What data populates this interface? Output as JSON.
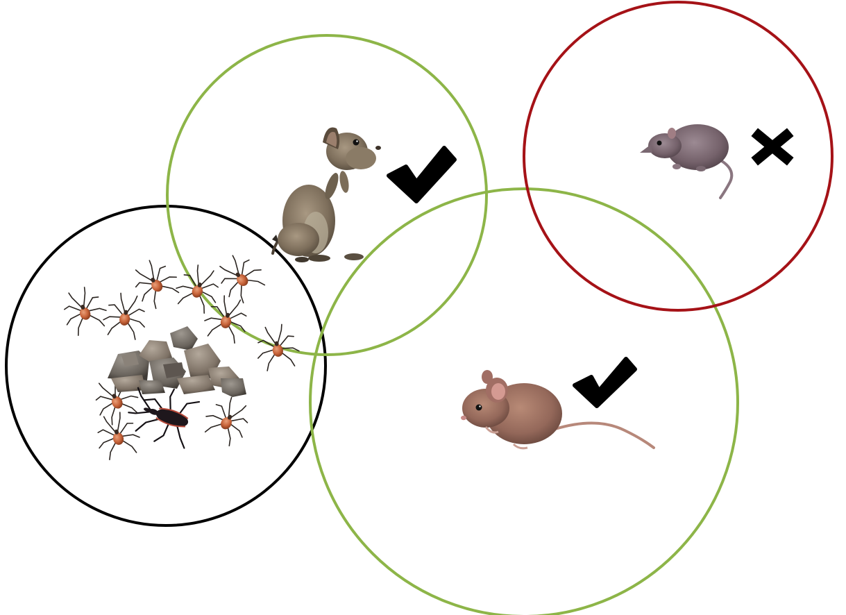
{
  "colors": {
    "background": "#ffffff",
    "host_circle_green": "#8db548",
    "rejected_circle_red": "#a51217",
    "vector_circle_black": "#000000",
    "mark_black": "#000000"
  },
  "groups": {
    "vector_habitat": {
      "icons": [
        "nymph-bug-icon",
        "rock-pile-icon",
        "kissing-bug-icon"
      ],
      "border_color": "black"
    },
    "host_degu": {
      "icons": [
        "degu-icon",
        "checkmark-icon"
      ],
      "verdict": "suitable"
    },
    "host_house_mouse": {
      "icons": [
        "house-mouse-icon",
        "checkmark-icon"
      ],
      "verdict": "suitable"
    },
    "non_host_shrew": {
      "icons": [
        "shrew-icon",
        "x-mark-icon"
      ],
      "verdict": "unsuitable"
    }
  }
}
